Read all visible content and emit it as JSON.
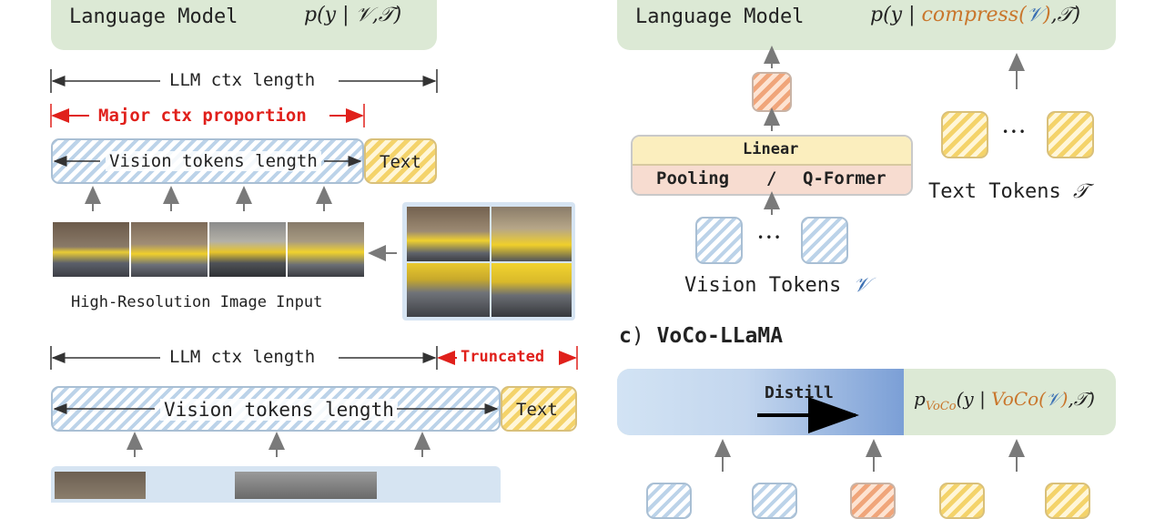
{
  "left": {
    "lm_label": "Language Model",
    "lm_formula": "p(y | 𝒱,𝒯)",
    "ctx_label_1": "LLM ctx length",
    "major_label": "Major ctx proportion",
    "vision_tokens_1": "Vision tokens length",
    "text_1": "Text",
    "hr_caption": "High-Resolution Image Input",
    "ctx_label_2": "LLM ctx length",
    "truncated_label": "Truncated",
    "vision_tokens_2": "Vision tokens length",
    "text_2": "Text"
  },
  "right": {
    "lm_label": "Language Model",
    "lm_formula_prefix": "p(y | ",
    "lm_formula_compress": "compress(",
    "lm_formula_v": "𝒱",
    "lm_formula_close": ")",
    "lm_formula_suffix": ",𝒯)",
    "linear_label": "Linear",
    "pooling_label": "Pooling",
    "slash": "/",
    "qformer_label": "Q-Former",
    "vision_tokens_label": "Vision Tokens",
    "vision_tokens_symbol": "𝒱",
    "text_tokens_label": "Text Tokens",
    "text_tokens_symbol": "𝒯",
    "dots_1": "•••",
    "dots_2": "•••"
  },
  "section_c": {
    "heading_letter": "c",
    "heading_paren": ")",
    "heading_title": "VoCo-LLaMA",
    "distill_label": "Distill",
    "formula_p": "p",
    "formula_sub": "VoCo",
    "formula_open": "(y | ",
    "formula_voco": "VoCo(",
    "formula_v": "𝒱",
    "formula_close": ")",
    "formula_end": ",𝒯)"
  },
  "colors": {
    "lm_green": "#dce9d5",
    "red": "#e0201b",
    "blue_v": "#3a6fb3",
    "orange_compress": "#c9762c",
    "linear_yellow": "#fbeebe",
    "pooling_pink": "#f7dcd0"
  }
}
